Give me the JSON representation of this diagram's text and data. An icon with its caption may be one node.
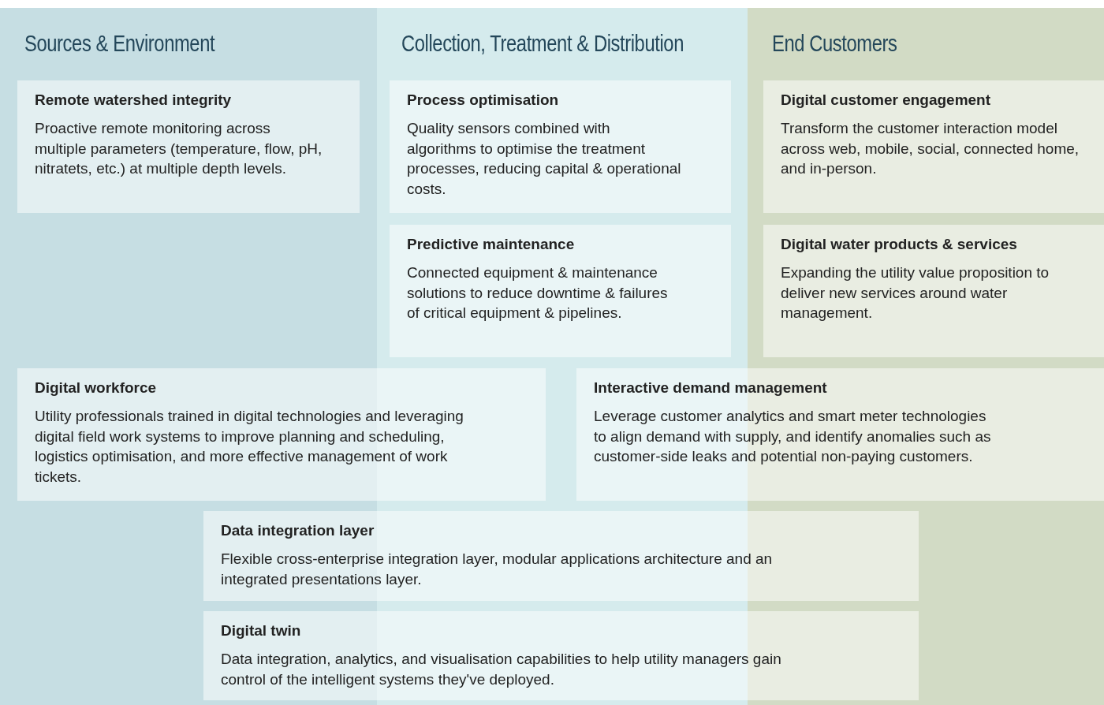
{
  "diagram": {
    "nodes": [
      {
        "text": [
          "Sources & Environment"
        ]
      },
      {
        "text": [
          "Collection, Treatment & Distribution"
        ]
      },
      {
        "text": [
          "End Customers"
        ]
      },
      {
        "text": [
          "Remote watershed integrity",
          "Proactive remote monitoring across multiple parameters (temperature, flow, pH, nitratets, etc.) at multiple depth levels."
        ],
        "in": 0
      },
      {
        "text": [
          "Process optimisation",
          "Quality sensors combined with algorithms to optimise the treatment processes, reducing capital & operational costs."
        ],
        "in": 1
      },
      {
        "text": [
          "Digital customer engagement",
          "Transform the customer interaction model across web, mobile, social, connected home, and in-person."
        ],
        "in": 2
      },
      {
        "text": [
          "Predictive maintenance",
          "Connected equipment & maintenance solutions to reduce downtime & failures of critical equipment & pipelines."
        ],
        "in": 1
      },
      {
        "text": [
          "Digital water products & services",
          "Expanding the utility value proposition to deliver new services around water management."
        ],
        "in": 2
      },
      {
        "text": [
          "Digital workforce",
          "Utility professionals trained in digital technologies and leveraging digital field work systems to improve planning and scheduling, logistics optimisation, and more effective management of work tickets."
        ]
      },
      {
        "text": [
          "Interactive demand management",
          "Leverage customer analytics and smart meter technologies to align demand with supply, and identify anomalies such as customer-side leaks and potential non-paying customers."
        ]
      },
      {
        "text": [
          "Data integration layer",
          "Flexible cross-enterprise integration layer, modular applications architecture and an integrated presentations layer."
        ]
      },
      {
        "text": [
          "Digital twin",
          "Data integration, analytics, and visualisation capabilities to help utility managers gain control of the intelligent systems they've deployed."
        ]
      }
    ]
  }
}
